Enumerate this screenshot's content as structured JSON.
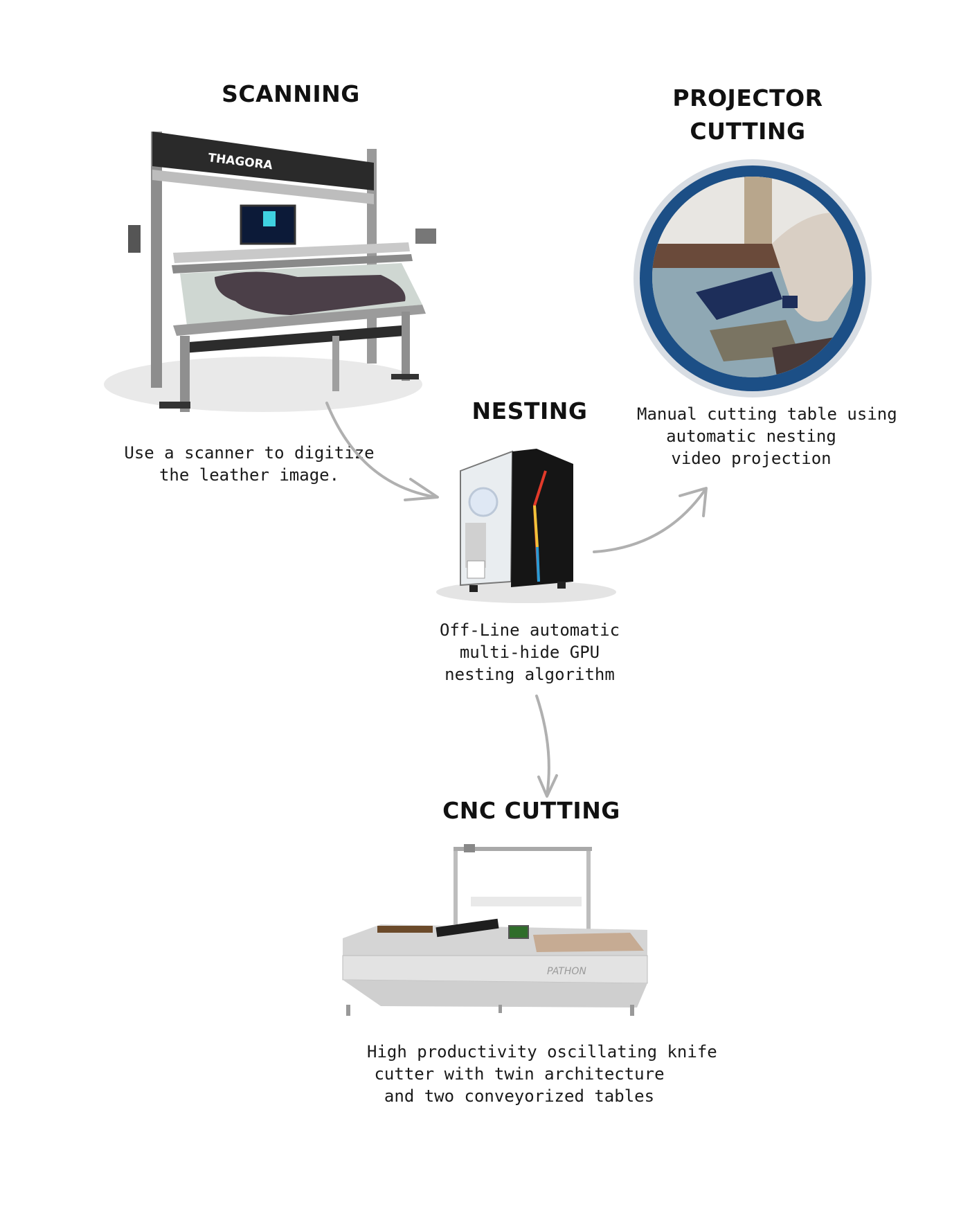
{
  "steps": {
    "scanning": {
      "title": "SCANNING",
      "brand": "THAGORA",
      "caption": [
        "Use a scanner to digitize",
        "the leather image."
      ]
    },
    "projector": {
      "title_lines": [
        "PROJECTOR",
        "CUTTING"
      ],
      "caption": [
        "Manual cutting table using",
        "automatic nesting",
        "video projection"
      ]
    },
    "nesting": {
      "title": "NESTING",
      "caption": [
        "Off-Line automatic",
        "multi-hide GPU",
        "nesting algorithm"
      ]
    },
    "cnc": {
      "title": "CNC CUTTING",
      "brand": "PATHON",
      "caption": [
        "High productivity oscillating knife",
        "cutter with twin architecture",
        "and two conveyorized tables"
      ]
    }
  },
  "colors": {
    "arrow": "#b0b0b0",
    "ring_outer": "#1c4f86",
    "ring_inner": "#d8dde3"
  }
}
